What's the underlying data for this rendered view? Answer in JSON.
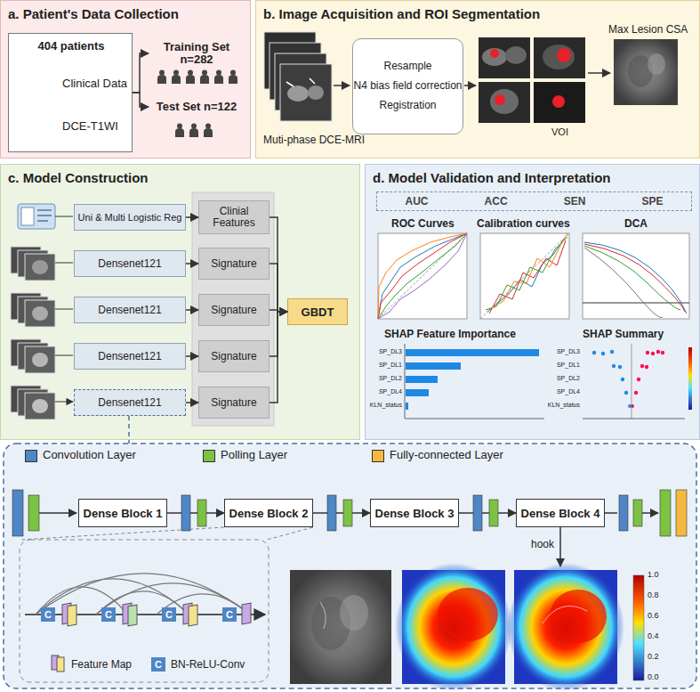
{
  "diagram": {
    "nodes": [
      {
        "text": [
          "a. Patient's Data Collection"
        ]
      },
      {
        "text": [
          "404 patients",
          "Clinical Data",
          "DCE-T1WI"
        ],
        "in": 0
      },
      {
        "text": [
          "Training Set n=282"
        ],
        "in": 0
      },
      {
        "text": [
          "Test Set n=122"
        ],
        "in": 0
      },
      {
        "text": [
          "b. Image Acquisition and ROI Segmentation"
        ]
      },
      {
        "text": [
          "Resample",
          "N4 bias field correction",
          "Registration"
        ],
        "in": 4
      },
      {
        "text": [
          "c. Model Construction"
        ]
      },
      {
        "text": [
          "Uni & Multi Logistic Reg"
        ],
        "in": 6
      },
      {
        "text": [
          "Densenet121"
        ],
        "in": 6
      },
      {
        "text": [
          "Densenet121"
        ],
        "in": 6
      },
      {
        "text": [
          "Densenet121"
        ],
        "in": 6
      },
      {
        "text": [
          "Densenet121"
        ],
        "in": 6
      },
      {
        "text": [
          "Clinial Features"
        ],
        "in": 6
      },
      {
        "text": [
          "Signature"
        ],
        "in": 6
      },
      {
        "text": [
          "Signature"
        ],
        "in": 6
      },
      {
        "text": [
          "Signature"
        ],
        "in": 6
      },
      {
        "text": [
          "Signature"
        ],
        "in": 6
      },
      {
        "text": [
          "GBDT"
        ],
        "in": 6
      },
      {
        "text": [
          "d. Model Validation and Interpretation"
        ]
      },
      {
        "text": [
          "AUC",
          "ACC",
          "SEN",
          "SPE"
        ],
        "in": 18
      },
      {
        "text": [
          "Dense Block 1"
        ]
      },
      {
        "text": [
          "Dense Block 2"
        ]
      },
      {
        "text": [
          "Dense Block 3"
        ]
      },
      {
        "text": [
          "Dense Block 4"
        ]
      }
    ],
    "edges": [
      {
        "from": 1,
        "to": 2,
        "arrow": "to"
      },
      {
        "from": 1,
        "to": 3,
        "arrow": "to"
      },
      {
        "from": 7,
        "to": 12,
        "arrow": "to"
      },
      {
        "from": 8,
        "to": 13,
        "arrow": "to"
      },
      {
        "from": 9,
        "to": 14,
        "arrow": "to"
      },
      {
        "from": 10,
        "to": 15,
        "arrow": "to"
      },
      {
        "from": 11,
        "to": 16,
        "arrow": "to"
      },
      {
        "from": 12,
        "to": 17,
        "arrow": "to"
      },
      {
        "from": 13,
        "to": 17,
        "arrow": "to"
      },
      {
        "from": 14,
        "to": 17,
        "arrow": "to"
      },
      {
        "from": 15,
        "to": 17,
        "arrow": "to"
      },
      {
        "from": 16,
        "to": 17,
        "arrow": "to"
      },
      {
        "from": 20,
        "to": 21,
        "arrow": "to"
      },
      {
        "from": 21,
        "to": 22,
        "arrow": "to"
      },
      {
        "from": 22,
        "to": 23,
        "arrow": "to"
      }
    ],
    "labels": [
      "Muti-phase DCE-MRI",
      "VOI",
      "Max Lesion CSA",
      "ROC Curves",
      "Calibration curves",
      "DCA",
      "SHAP Feature Importance",
      "SHAP Summary",
      "SP_DL3",
      "SP_DL1",
      "SP_DL2",
      "SP_DL4",
      "KLN_status",
      "SP_DL3",
      "SP_DL1",
      "SP_DL2",
      "SP_DL4",
      "KLN_status",
      "hook",
      "C",
      "C",
      "C",
      "C",
      "C",
      "1.0",
      "0.8",
      "0.6",
      "0.4",
      "0.2",
      "0.0"
    ],
    "legend": [
      {
        "text": "Convolution Layer",
        "color": "#4f86c6"
      },
      {
        "text": "Polling Layer",
        "color": "#7cc243"
      },
      {
        "text": "Fully-connected Layer",
        "color": "#f5b93f"
      },
      {
        "text": "Feature Map"
      },
      {
        "text": "BN-ReLU-Conv"
      }
    ]
  }
}
